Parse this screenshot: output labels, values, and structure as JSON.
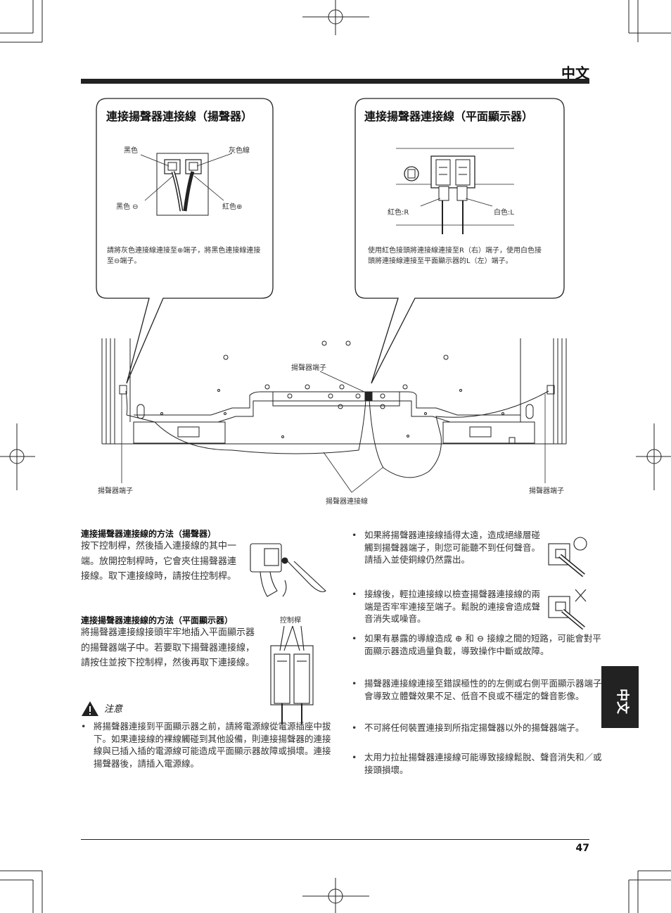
{
  "header": {
    "language_label": "中文"
  },
  "callout_speaker": {
    "title": "連接揚聲器連接線（揚聲器）",
    "label_black_top": "黑色",
    "label_gray_top": "灰色線",
    "label_black_minus": "黑色 ⊖",
    "label_red_plus": "紅色⊕",
    "note": "請將灰色連接線連接至⊕端子，將黑色連接線連接至⊖端子。"
  },
  "callout_display": {
    "title": "連接揚聲器連接線（平面顯示器）",
    "label_red_r": "紅色:R",
    "label_white_l": "白色:L",
    "note": "使用紅色接頭將連接線連接至R（右）端子，使用白色接頭將連接線連接至平面顯示器的L（左）端子。"
  },
  "rear_diagram": {
    "label_center_terminal": "揚聲器端子",
    "label_left_terminal": "揚聲器端子",
    "label_right_terminal": "揚聲器端子",
    "label_cable": "揚聲器連接線"
  },
  "section_speaker": {
    "heading": "連接揚聲器連接線的方法（揚聲器）",
    "body": "按下控制桿，然後插入連接線的其中一端。放開控制桿時，它會夾住揚聲器連接線。取下連接線時，請按住控制桿。"
  },
  "section_display": {
    "heading": "連接揚聲器連接線的方法（平面顯示器）",
    "lever_label": "控制桿",
    "body": "將揚聲器連接線接頭牢牢地插入平面顯示器的揚聲器端子中。若要取下揚聲器連接線，請按住並按下控制桿，然後再取下連接線。"
  },
  "caution": {
    "label": "注意",
    "items": [
      "將揚聲器連接到平面顯示器之前，請將電源線從電源插座中拔下。如果連接線的裸線觸碰到其他設備，則連接揚聲器的連接線與已插入插的電源線可能造成平面顯示器故障或損壞。連接揚聲器後，請插入電源線。"
    ]
  },
  "right_bullets": [
    "如果將揚聲器連接線插得太遠，造成絕緣層碰觸到揚聲器端子，則您可能聽不到任何聲音。請插入並使銅線仍然露出。",
    "接線後，輕拉連接線以檢查揚聲器連接線的兩端是否牢牢連接至端子。鬆脫的連接會造成聲音消失或噪音。",
    "如果有暴露的導線造成 ⊕ 和 ⊖ 接線之間的短路，可能會對平面顯示器造成過量負載，導致操作中斷或故障。",
    "揚聲器連接線連接至錯誤極性的的左側或右側平面顯示器端子會導致立體聲效果不足、低音不良或不穩定的聲音影像。",
    "不可將任何裝置連接到所指定揚聲器以外的揚聲器端子。",
    "太用力拉扯揚聲器連接線可能導致接線鬆脫、聲音消失和／或接頭損壞。"
  ],
  "footer": {
    "page_number": "47",
    "side_tab": "中文"
  },
  "colors": {
    "ink": "#222222",
    "tab": "#222222",
    "text": "#333333"
  }
}
